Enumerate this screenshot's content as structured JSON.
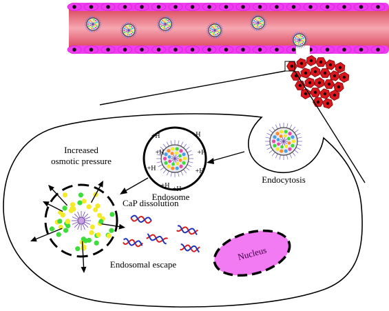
{
  "labels": {
    "increased_line1": "Increased",
    "increased_line2": "osmotic pressure",
    "cap_dissolution": "CaP dissolution",
    "endosome": "Endosome",
    "endocytosis": "Endocytosis",
    "endosomal_escape": "Endosomal escape",
    "nucleus": "Nucleus",
    "proton": "+H"
  },
  "colors": {
    "vessel_fill": "#e4586a",
    "vessel_wall": "#f03cf0",
    "nucleus_fill": "#f27af2",
    "tumor": "#d8171f",
    "particle_yellow": "#f4ea2a",
    "particle_green": "#3edc3a",
    "dna_red": "#d42020",
    "dna_blue": "#2233b8"
  },
  "icons": {
    "nanoparticle": "nanoparticle-icon",
    "dna": "dna-helix-icon",
    "tumor_cell": "tumor-cell-icon"
  }
}
